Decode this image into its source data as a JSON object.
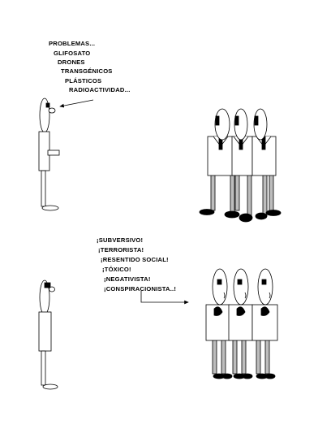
{
  "panel_top": {
    "problem_lines": [
      "PROBLEMAS...",
      "GLIFOSATO",
      "DRONES",
      "TRANSGÉNICOS",
      "PLÁSTICOS",
      "RADIOACTIVIDAD..."
    ]
  },
  "panel_bottom": {
    "insult_lines": [
      "¡SUBVERSIVO!",
      "¡TERRORISTA!",
      "¡RESENTIDO SOCIAL!",
      "¡TÓXICO!",
      "¡NEGATIVISTA!",
      "¡CONSPIRACIONISTA..!"
    ]
  }
}
